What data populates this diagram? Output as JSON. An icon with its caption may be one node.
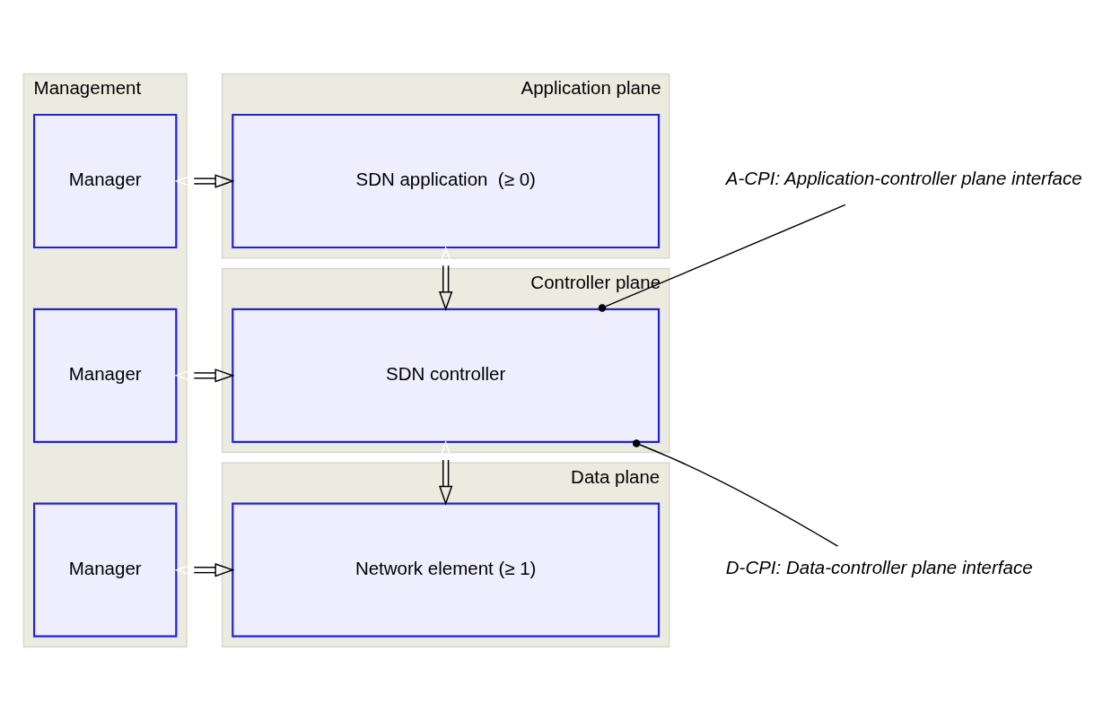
{
  "diagram": {
    "nodes": [
      {
        "text": [
          "Management"
        ]
      },
      {
        "text": [
          "Manager"
        ],
        "in": 0
      },
      {
        "text": [
          "Manager"
        ],
        "in": 0
      },
      {
        "text": [
          "Manager"
        ],
        "in": 0
      },
      {
        "text": [
          "Application plane"
        ]
      },
      {
        "text": [
          "SDN application  (≥ 0)"
        ],
        "in": 4
      },
      {
        "text": [
          "Controller plane"
        ]
      },
      {
        "text": [
          "SDN controller"
        ],
        "in": 6
      },
      {
        "text": [
          "Data plane"
        ]
      },
      {
        "text": [
          "Network element (≥ 1)"
        ],
        "in": 8
      },
      {
        "text": [
          "A-CPI: Application-controller plane interface"
        ]
      },
      {
        "text": [
          "D-CPI: Data-controller plane interface"
        ]
      }
    ],
    "edges": [
      {
        "from": 1,
        "to": 5,
        "arrow": "both"
      },
      {
        "from": 5,
        "to": 7,
        "arrow": "both"
      },
      {
        "from": 2,
        "to": 7,
        "arrow": "both"
      },
      {
        "from": 7,
        "to": 9,
        "arrow": "both"
      },
      {
        "from": 3,
        "to": 9,
        "arrow": "both"
      },
      {
        "from": 10,
        "to": 7,
        "arrow": "other"
      },
      {
        "from": 11,
        "to": 7,
        "arrow": "other"
      }
    ]
  }
}
